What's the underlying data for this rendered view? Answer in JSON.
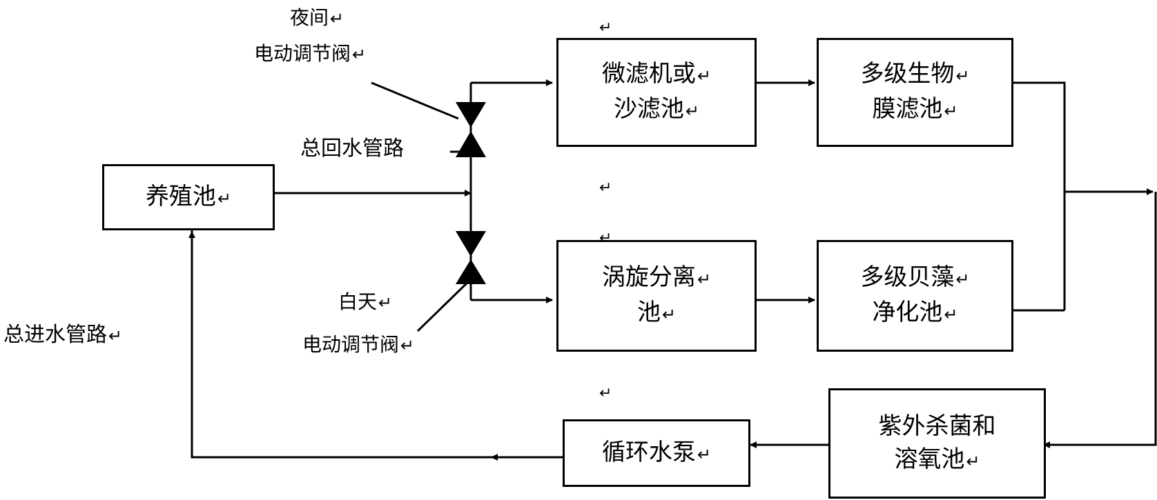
{
  "return_mark": "↵",
  "valve_night": {
    "period": "夜间",
    "name": "电动调节阀"
  },
  "valve_day": {
    "period": "白天",
    "name": "电动调节阀"
  },
  "pipes": {
    "return_main": "总回水管路",
    "inlet_main": "总进水管路"
  },
  "boxes": {
    "culture_pond": [
      "养殖池"
    ],
    "microfilter": [
      "微滤机或",
      "沙滤池"
    ],
    "biofilm": [
      "多级生物",
      "膜滤池"
    ],
    "vortex": [
      "涡旋分离",
      "池"
    ],
    "shellfish_algae": [
      "多级贝藻",
      "净化池"
    ],
    "uv_oxygen": [
      "紫外杀菌和",
      "溶氧池"
    ],
    "pump": [
      "循环水泵"
    ]
  },
  "colors": {
    "line": "#000000",
    "background": "#ffffff"
  }
}
